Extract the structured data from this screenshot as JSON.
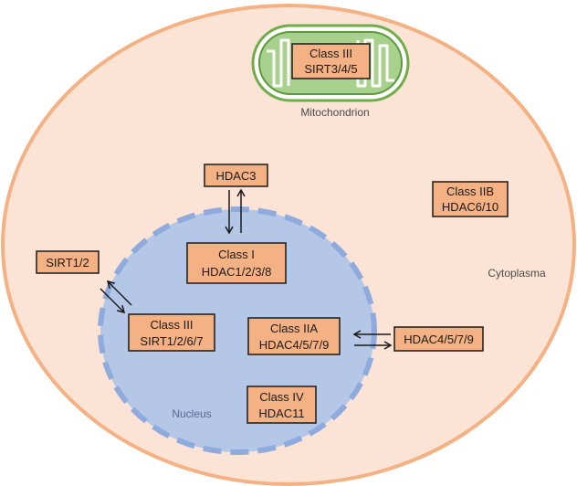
{
  "regions": {
    "mitochondrion": "Mitochondrion",
    "cytoplasma": "Cytoplasma",
    "nucleus": "Nucleus"
  },
  "boxes": {
    "mito_class3": [
      "Class III",
      "SIRT3/4/5"
    ],
    "hdac3": [
      "HDAC3"
    ],
    "class2b": [
      "Class IIB",
      "HDAC6/10"
    ],
    "class1": [
      "Class I",
      "HDAC1/2/3/8"
    ],
    "sirt12": [
      "SIRT1/2"
    ],
    "class3_nuc": [
      "Class III",
      "SIRT1/2/6/7"
    ],
    "class2a": [
      "Class IIA",
      "HDAC4/5/7/9"
    ],
    "hdac4579": [
      "HDAC4/5/7/9"
    ],
    "class4": [
      "Class IV",
      "HDAC11"
    ]
  },
  "colors": {
    "cell_fill": "#fbe4d5",
    "cell_stroke": "#f4b183",
    "nucleus_fill": "#b4c7e7",
    "nucleus_stroke": "#8faadc",
    "box_fill": "#f4b183",
    "box_stroke": "#1a1a1a",
    "mito_outer": "#70ad47",
    "mito_inner_fill": "#a9d18e"
  }
}
